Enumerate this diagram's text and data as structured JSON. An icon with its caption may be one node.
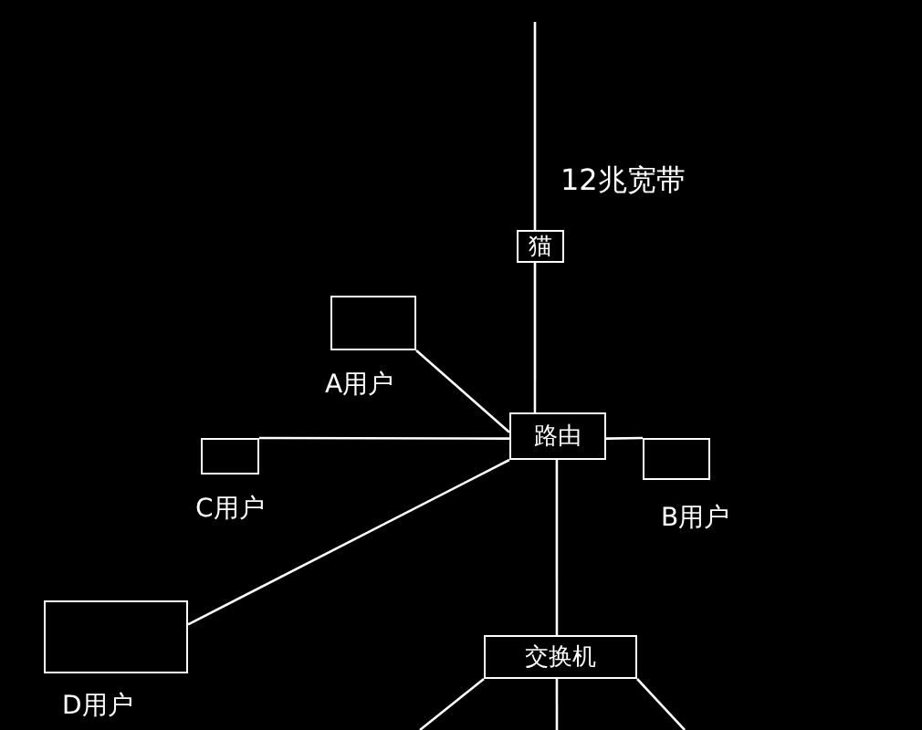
{
  "diagram": {
    "nodes": [
      {
        "text": [
          "猫"
        ]
      },
      {
        "text": [
          "路由"
        ]
      },
      {
        "text": [],
        "shape": "box",
        "beside": [
          "A用户"
        ]
      },
      {
        "text": [],
        "shape": "box",
        "beside": [
          "C用户"
        ]
      },
      {
        "text": [],
        "shape": "box",
        "beside": [
          "B用户"
        ]
      },
      {
        "text": [],
        "shape": "box",
        "beside": [
          "D用户"
        ]
      },
      {
        "text": [
          "交换机"
        ]
      }
    ],
    "edges": [
      {
        "from": null,
        "to": 0,
        "arrow": "none"
      },
      {
        "from": 0,
        "to": 1,
        "arrow": "none"
      },
      {
        "from": 1,
        "to": 2,
        "arrow": "none"
      },
      {
        "from": 1,
        "to": 3,
        "arrow": "none"
      },
      {
        "from": 1,
        "to": 4,
        "arrow": "none"
      },
      {
        "from": 1,
        "to": 5,
        "arrow": "none"
      },
      {
        "from": 1,
        "to": 6,
        "arrow": "none"
      },
      {
        "from": 6,
        "to": null,
        "arrow": "none"
      },
      {
        "from": 6,
        "to": null,
        "arrow": "none"
      },
      {
        "from": 6,
        "to": null,
        "arrow": "none"
      }
    ],
    "labels": [
      "12兆宽带"
    ]
  }
}
